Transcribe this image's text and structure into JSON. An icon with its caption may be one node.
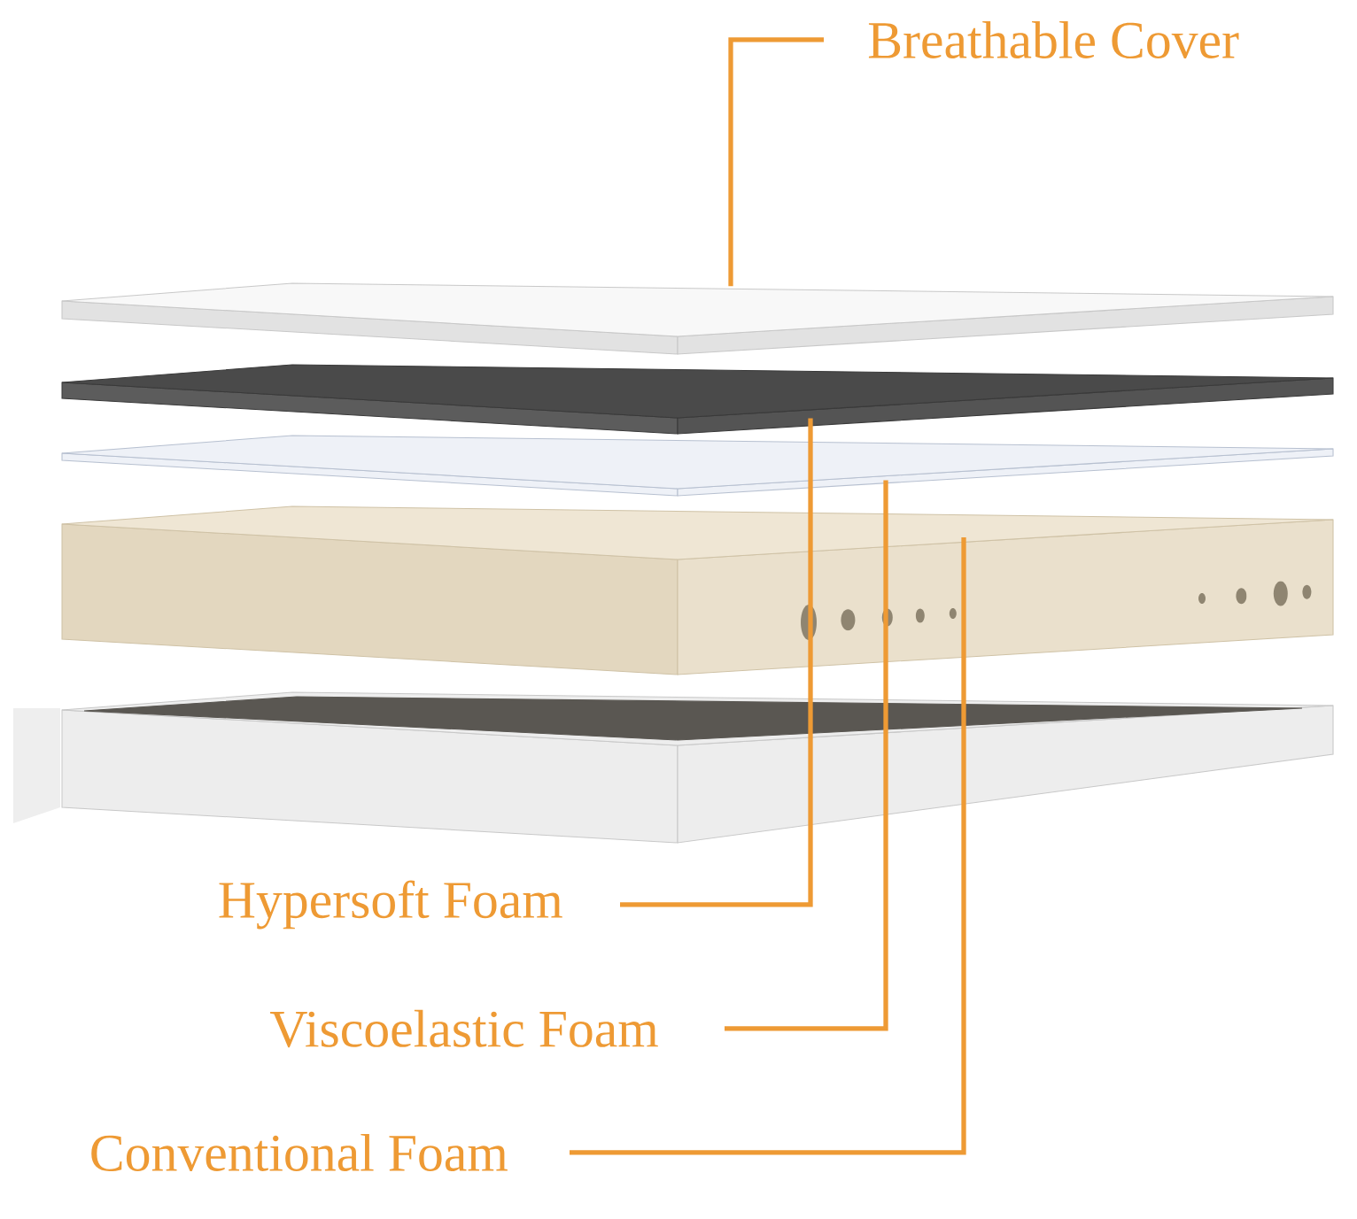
{
  "diagram": {
    "nodes": [
      {
        "text": [
          "Breathable Cover"
        ]
      },
      {
        "text": [
          "Hypersoft Foam"
        ]
      },
      {
        "text": [
          "Viscoelastic Foam"
        ]
      },
      {
        "text": [
          "Conventional Foam"
        ]
      },
      {
        "text": [],
        "shape": "box"
      },
      {
        "text": [],
        "shape": "box"
      },
      {
        "text": [],
        "shape": "box"
      },
      {
        "text": [],
        "shape": "box"
      }
    ],
    "edges": [
      {
        "from": 0,
        "to": 4,
        "arrow": "none"
      },
      {
        "from": 1,
        "to": 5,
        "arrow": "none"
      },
      {
        "from": 2,
        "to": 6,
        "arrow": "none"
      },
      {
        "from": 3,
        "to": 7,
        "arrow": "none"
      }
    ]
  }
}
